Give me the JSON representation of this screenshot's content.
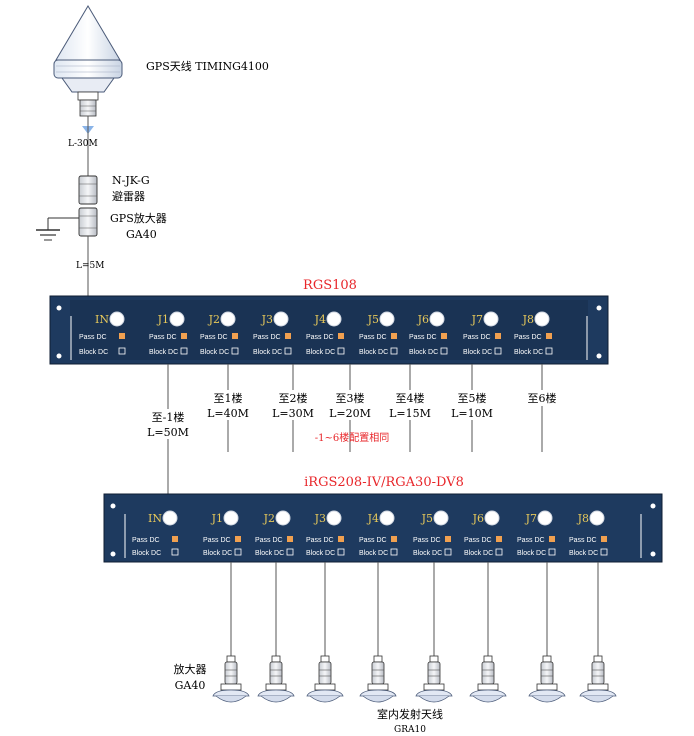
{
  "gps": {
    "antenna_label": "GPS天线 TIMING4100",
    "cable_top": "L-30M",
    "arrester_model": "N-JK-G",
    "arrester_name": "避雷器",
    "amp_name": "GPS放大器",
    "amp_model": "GA40",
    "cable_bottom": "L=5M"
  },
  "rgs108": {
    "title": "RGS108",
    "ports": [
      "IN",
      "J1",
      "J2",
      "J3",
      "J4",
      "J5",
      "J6",
      "J7",
      "J8"
    ],
    "pass_dc": "Pass DC",
    "block_dc": "Block DC"
  },
  "floors": [
    {
      "line1": "至-1楼",
      "line2": "L=50M"
    },
    {
      "line1": "至1楼",
      "line2": "L=40M"
    },
    {
      "line1": "至2楼",
      "line2": "L=30M"
    },
    {
      "line1": "至3楼",
      "line2": "L=20M"
    },
    {
      "line1": "至4楼",
      "line2": "L=15M"
    },
    {
      "line1": "至5楼",
      "line2": "L=10M"
    },
    {
      "line1": "至6楼",
      "line2": ""
    }
  ],
  "note": "-1~6楼配置相同",
  "irgs": {
    "title": "iRGS208-IV/RGA30-DV8",
    "ports": [
      "IN",
      "J1",
      "J2",
      "J3",
      "J4",
      "J5",
      "J6",
      "J7",
      "J8"
    ],
    "pass_dc": "Pass DC",
    "block_dc": "Block DC"
  },
  "bottom": {
    "amp_name": "放大器",
    "amp_model": "GA40",
    "antenna_name": "室内发射天线",
    "antenna_model": "GRA10"
  },
  "colors": {
    "panel": "#1e3a5f",
    "port_text": "#e6c85a",
    "title": "#e8262a",
    "pass_square": "#f0a050"
  }
}
